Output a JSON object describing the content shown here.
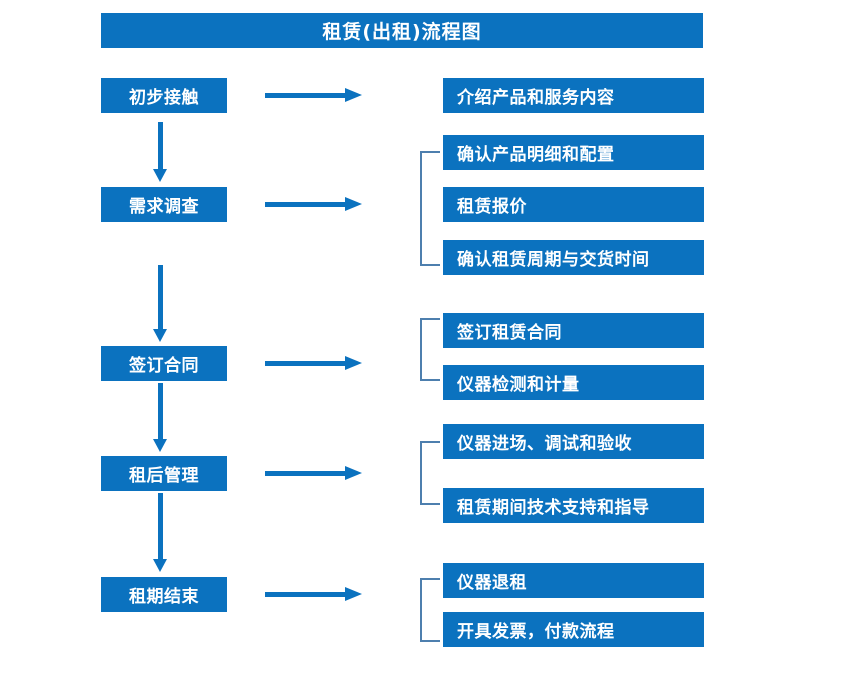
{
  "diagram": {
    "title": "租赁(出租)流程图",
    "colors": {
      "node_fill": "#0b72bf",
      "node_text": "#ffffff",
      "arrow": "#0b72bf",
      "bracket": "#4d7fae",
      "background": "#ffffff"
    },
    "stages": [
      {
        "id": "stage-1",
        "label": "初步接触",
        "details": [
          "介绍产品和服务内容"
        ],
        "bracketed": false
      },
      {
        "id": "stage-2",
        "label": "需求调查",
        "details": [
          "确认产品明细和配置",
          "租赁报价",
          "确认租赁周期与交货时间"
        ],
        "bracketed": true
      },
      {
        "id": "stage-3",
        "label": "签订合同",
        "details": [
          "签订租赁合同",
          "仪器检测和计量"
        ],
        "bracketed": true
      },
      {
        "id": "stage-4",
        "label": "租后管理",
        "details": [
          "仪器进场、调试和验收",
          "租赁期间技术支持和指导"
        ],
        "bracketed": true
      },
      {
        "id": "stage-5",
        "label": "租期结束",
        "details": [
          "仪器退租",
          "开具发票，付款流程"
        ],
        "bracketed": true
      }
    ]
  }
}
